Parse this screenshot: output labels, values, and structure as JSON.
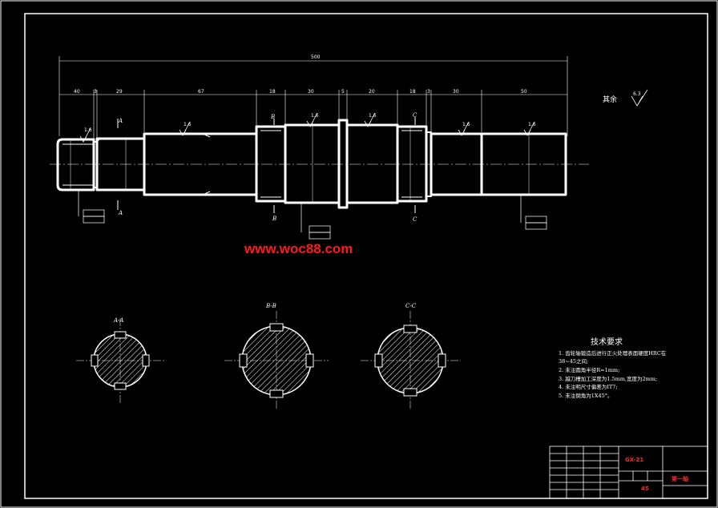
{
  "drawing": {
    "overall_dim": "500",
    "segment_dims": [
      "40",
      "3",
      "29",
      "67",
      "18",
      "30",
      "5",
      "20",
      "18",
      "3",
      "30",
      "50"
    ],
    "section_marks": {
      "a": "A",
      "b": "B",
      "c": "C"
    },
    "section_titles": [
      "A-A",
      "B-B",
      "C-C"
    ],
    "roughness": "1.6",
    "other_roughness_label": "其余",
    "other_roughness_value": "6.3",
    "watermark": "www.woc88.com",
    "tech_title": "技术要求",
    "tech_items": [
      "1. 齿轮轴锻造后进行正火处理表面硬度HRC在",
      "   38~45之间;",
      "2. 未注圆角半径R=1mm;",
      "3. 越刀槽加工深度为1.5mm,宽度为2mm;",
      "4. 未注明尺寸偏差为IT7;",
      "5. 未注倒角为1X45°。"
    ],
    "title_block": {
      "part_name": "第一轴",
      "drawing_no": "GX-21",
      "material": "45"
    }
  }
}
